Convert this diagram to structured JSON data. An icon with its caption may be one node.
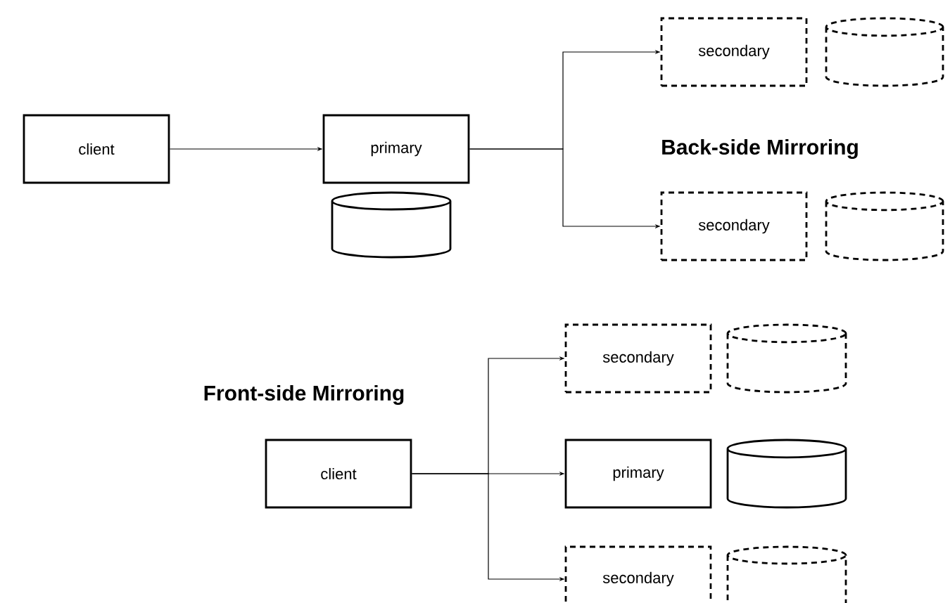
{
  "diagram": {
    "nodes": [
      {
        "text": [
          "client"
        ]
      },
      {
        "text": [
          "primary"
        ]
      },
      {
        "text": [],
        "shape": "cylinder"
      },
      {
        "text": [
          "secondary"
        ]
      },
      {
        "text": [],
        "shape": "cylinder"
      },
      {
        "text": [
          "secondary"
        ]
      },
      {
        "text": [],
        "shape": "cylinder"
      },
      {
        "text": [
          "secondary"
        ]
      },
      {
        "text": [],
        "shape": "cylinder"
      },
      {
        "text": [
          "client"
        ]
      },
      {
        "text": [
          "primary"
        ]
      },
      {
        "text": [],
        "shape": "cylinder"
      },
      {
        "text": [
          "secondary"
        ]
      },
      {
        "text": [],
        "shape": "cylinder"
      }
    ],
    "edges": [
      {
        "from": 0,
        "to": 1,
        "arrow": "to"
      },
      {
        "from": 1,
        "to": 3,
        "arrow": "to"
      },
      {
        "from": 1,
        "to": 5,
        "arrow": "to"
      },
      {
        "from": 9,
        "to": 7,
        "arrow": "to"
      },
      {
        "from": 9,
        "to": 10,
        "arrow": "to"
      },
      {
        "from": 9,
        "to": 12,
        "arrow": "to"
      }
    ],
    "labels": [
      "Back-side Mirroring",
      "Front-side Mirroring"
    ]
  }
}
